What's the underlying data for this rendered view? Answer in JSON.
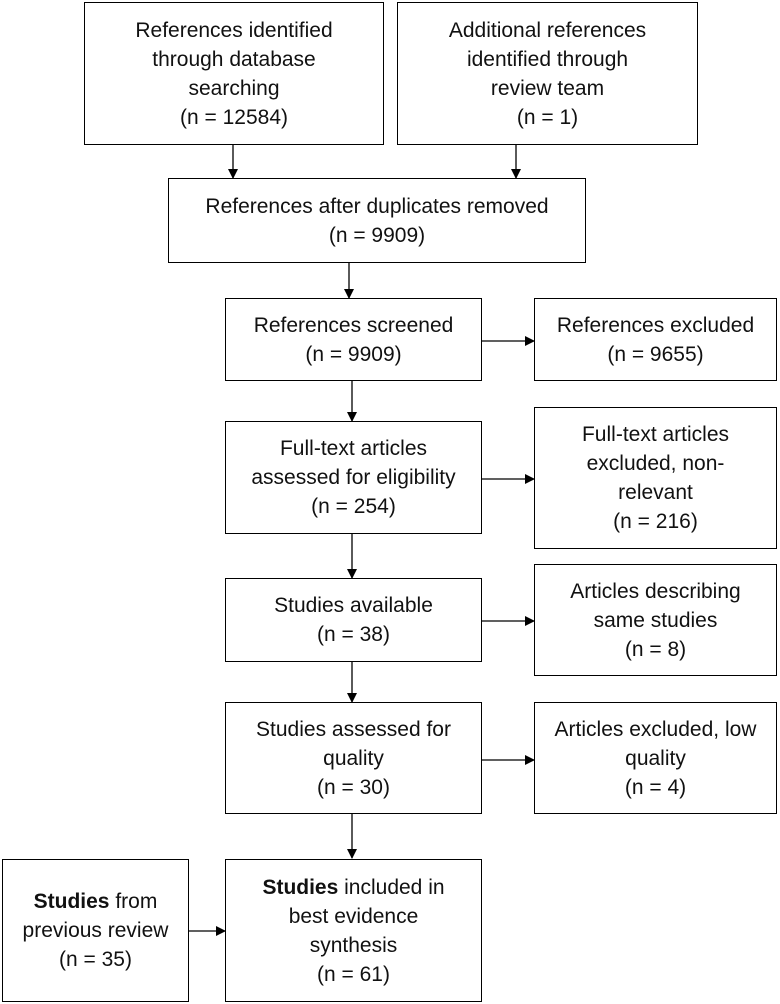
{
  "boxes": {
    "database_search": {
      "lines": [
        "References identified",
        "through database",
        "searching",
        "(n = 12584)"
      ]
    },
    "review_team": {
      "lines": [
        "Additional references",
        "identified through",
        "review team",
        "(n =  1)"
      ]
    },
    "after_duplicates": {
      "lines": [
        "References after duplicates removed",
        "(n = 9909)"
      ]
    },
    "screened": {
      "lines": [
        "References screened",
        "(n = 9909)"
      ]
    },
    "excluded": {
      "lines": [
        "References excluded",
        "(n = 9655)"
      ]
    },
    "fulltext_assessed": {
      "lines": [
        "Full-text articles",
        "assessed for eligibility",
        "(n = 254)"
      ]
    },
    "fulltext_excluded": {
      "lines": [
        "Full-text articles",
        "excluded, non-",
        "relevant",
        "(n = 216)"
      ]
    },
    "studies_available": {
      "lines": [
        "Studies available",
        "(n = 38)"
      ]
    },
    "same_studies": {
      "lines": [
        "Articles describing",
        "same studies",
        "(n = 8)"
      ]
    },
    "quality_assessed": {
      "lines": [
        "Studies assessed for",
        "quality",
        "(n = 30)"
      ]
    },
    "low_quality": {
      "lines": [
        "Articles excluded, low",
        "quality",
        "(n = 4)"
      ]
    },
    "previous_review": {
      "bold_word": "Studies",
      "line1_rest": " from",
      "lines": [
        "previous review",
        "(n = 35)"
      ]
    },
    "included": {
      "bold_word": "Studies",
      "line1_rest": " included in",
      "lines": [
        "best evidence",
        "synthesis",
        "(n = 61)"
      ]
    }
  }
}
